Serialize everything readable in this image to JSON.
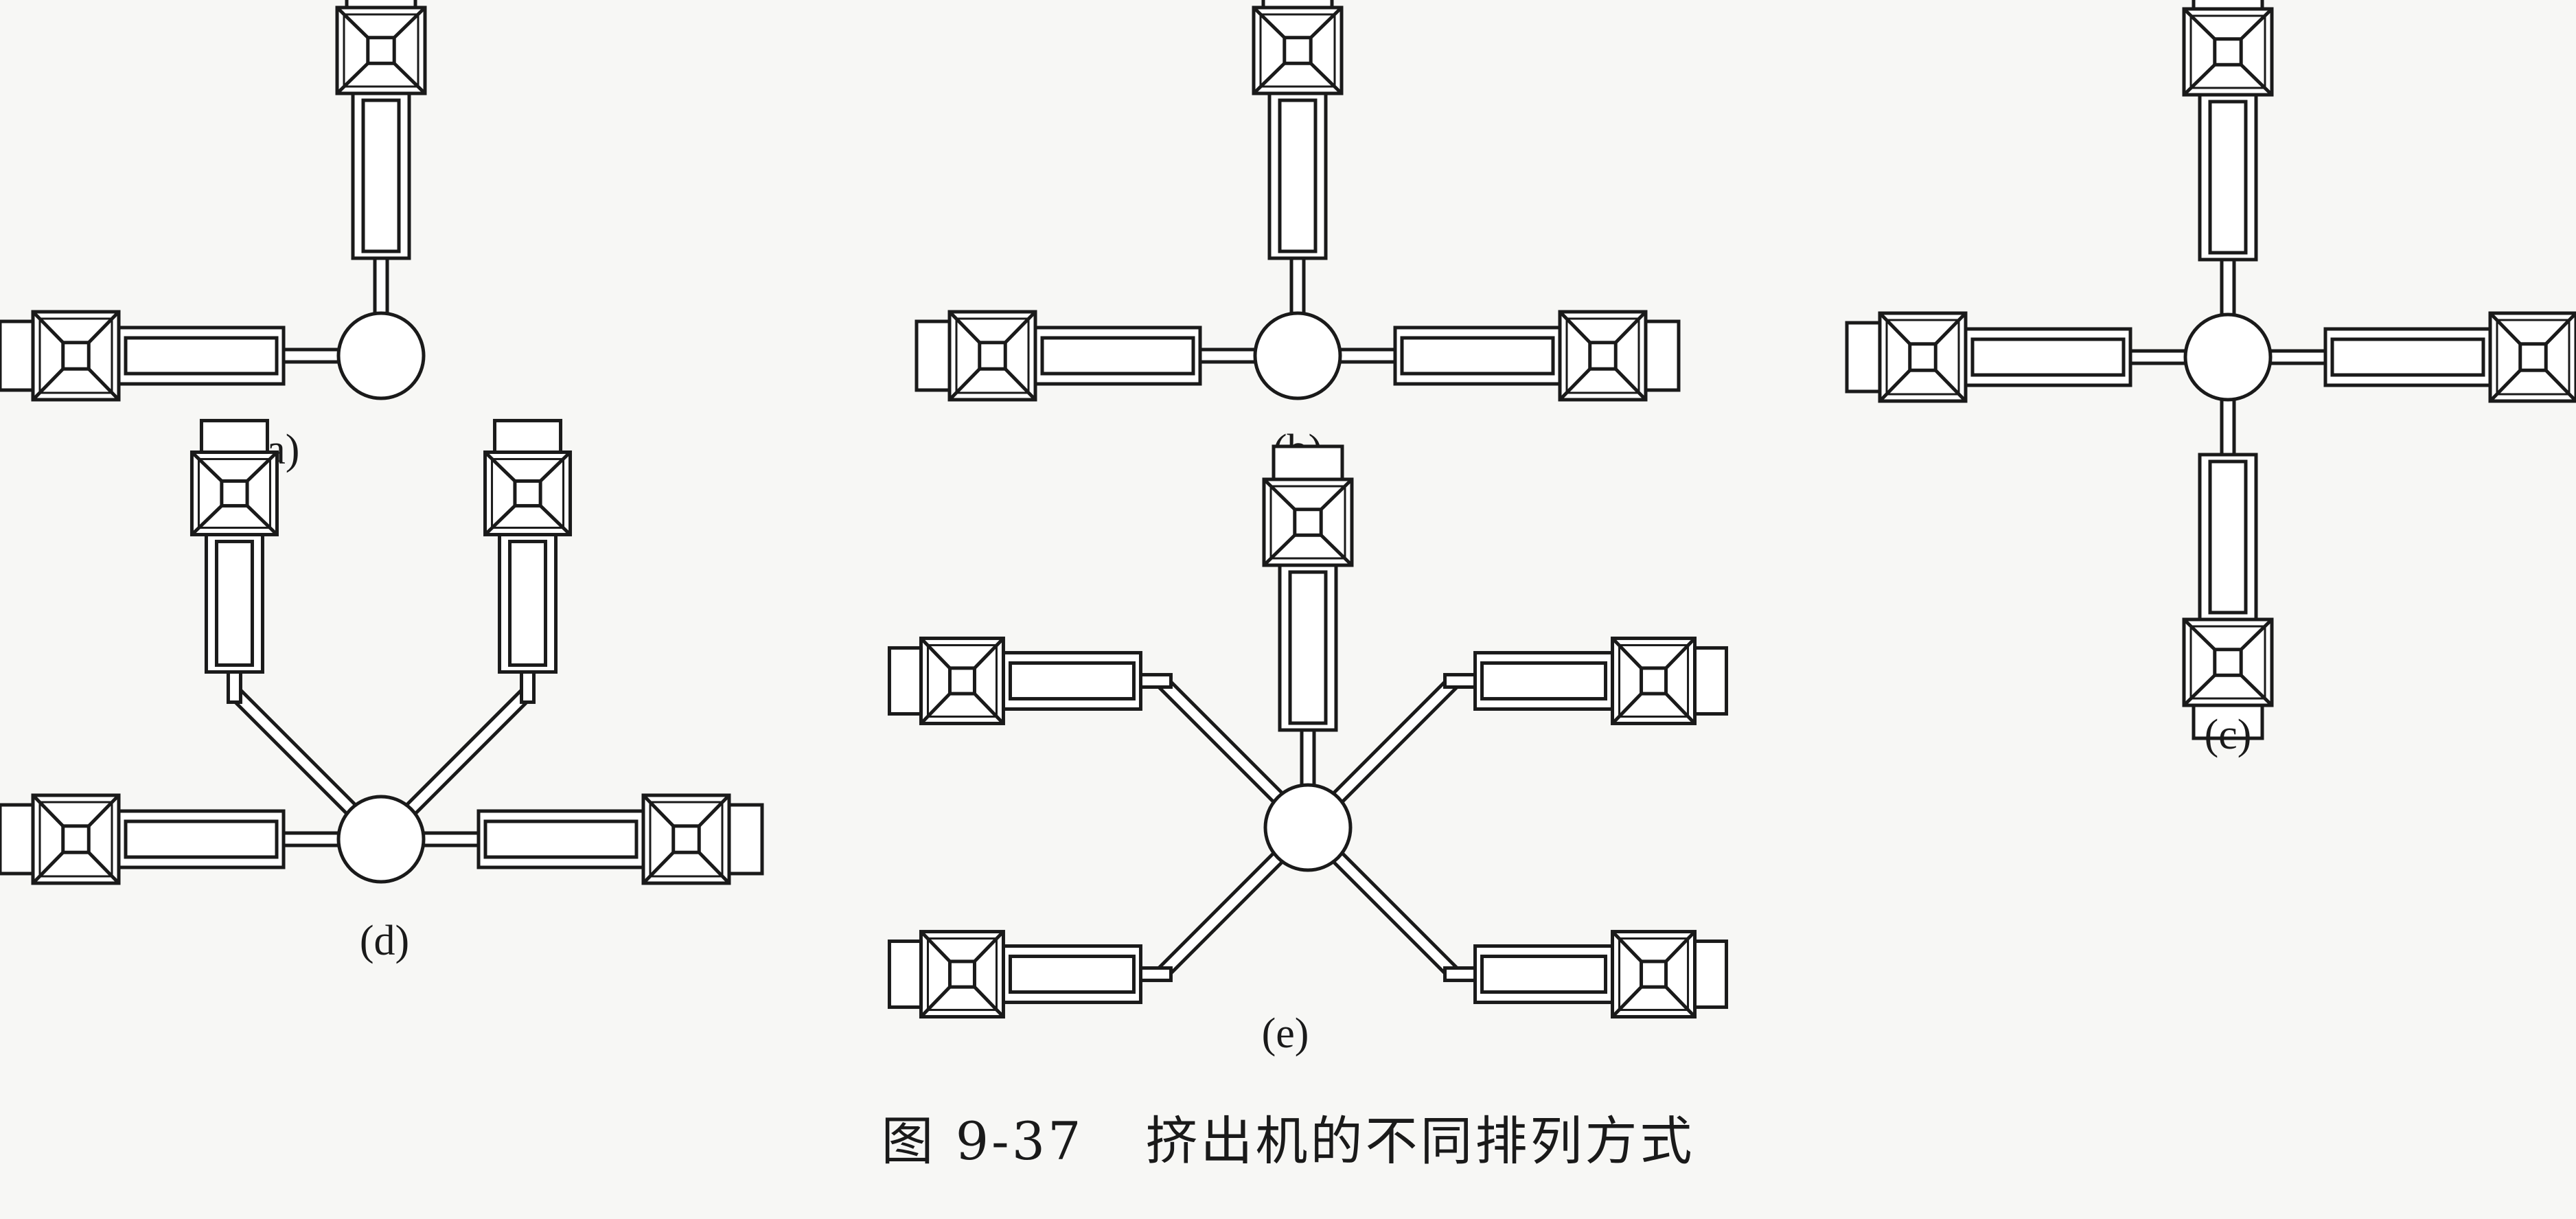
{
  "figure": {
    "caption_number": "图 9-37",
    "caption_text": "挤出机的不同排列方式",
    "colors": {
      "ink": "#1a1a1a",
      "paper": "#f7f7f5",
      "fill": "#ffffff"
    }
  },
  "panels": [
    {
      "id": "a",
      "label": "(a)",
      "arms": [
        {
          "angle": 180,
          "shape": "straight"
        },
        {
          "angle": 270,
          "shape": "straight"
        }
      ]
    },
    {
      "id": "b",
      "label": "(b)",
      "arms": [
        {
          "angle": 180,
          "shape": "straight"
        },
        {
          "angle": 0,
          "shape": "straight"
        },
        {
          "angle": 270,
          "shape": "straight"
        }
      ]
    },
    {
      "id": "c",
      "label": "(c)",
      "arms": [
        {
          "angle": 180,
          "shape": "straight"
        },
        {
          "angle": 0,
          "shape": "straight"
        },
        {
          "angle": 270,
          "shape": "straight"
        },
        {
          "angle": 90,
          "shape": "straight"
        }
      ]
    },
    {
      "id": "d",
      "label": "(d)",
      "arms": [
        {
          "angle": 180,
          "shape": "straight"
        },
        {
          "angle": 0,
          "shape": "straight"
        },
        {
          "angle": 225,
          "shape": "angled"
        },
        {
          "angle": 315,
          "shape": "angled"
        }
      ]
    },
    {
      "id": "e",
      "label": "(e)",
      "arms": [
        {
          "angle": 270,
          "shape": "straight"
        },
        {
          "angle": 225,
          "shape": "angled"
        },
        {
          "angle": 315,
          "shape": "angled"
        },
        {
          "angle": 135,
          "shape": "angled"
        },
        {
          "angle": 45,
          "shape": "angled"
        }
      ]
    }
  ]
}
